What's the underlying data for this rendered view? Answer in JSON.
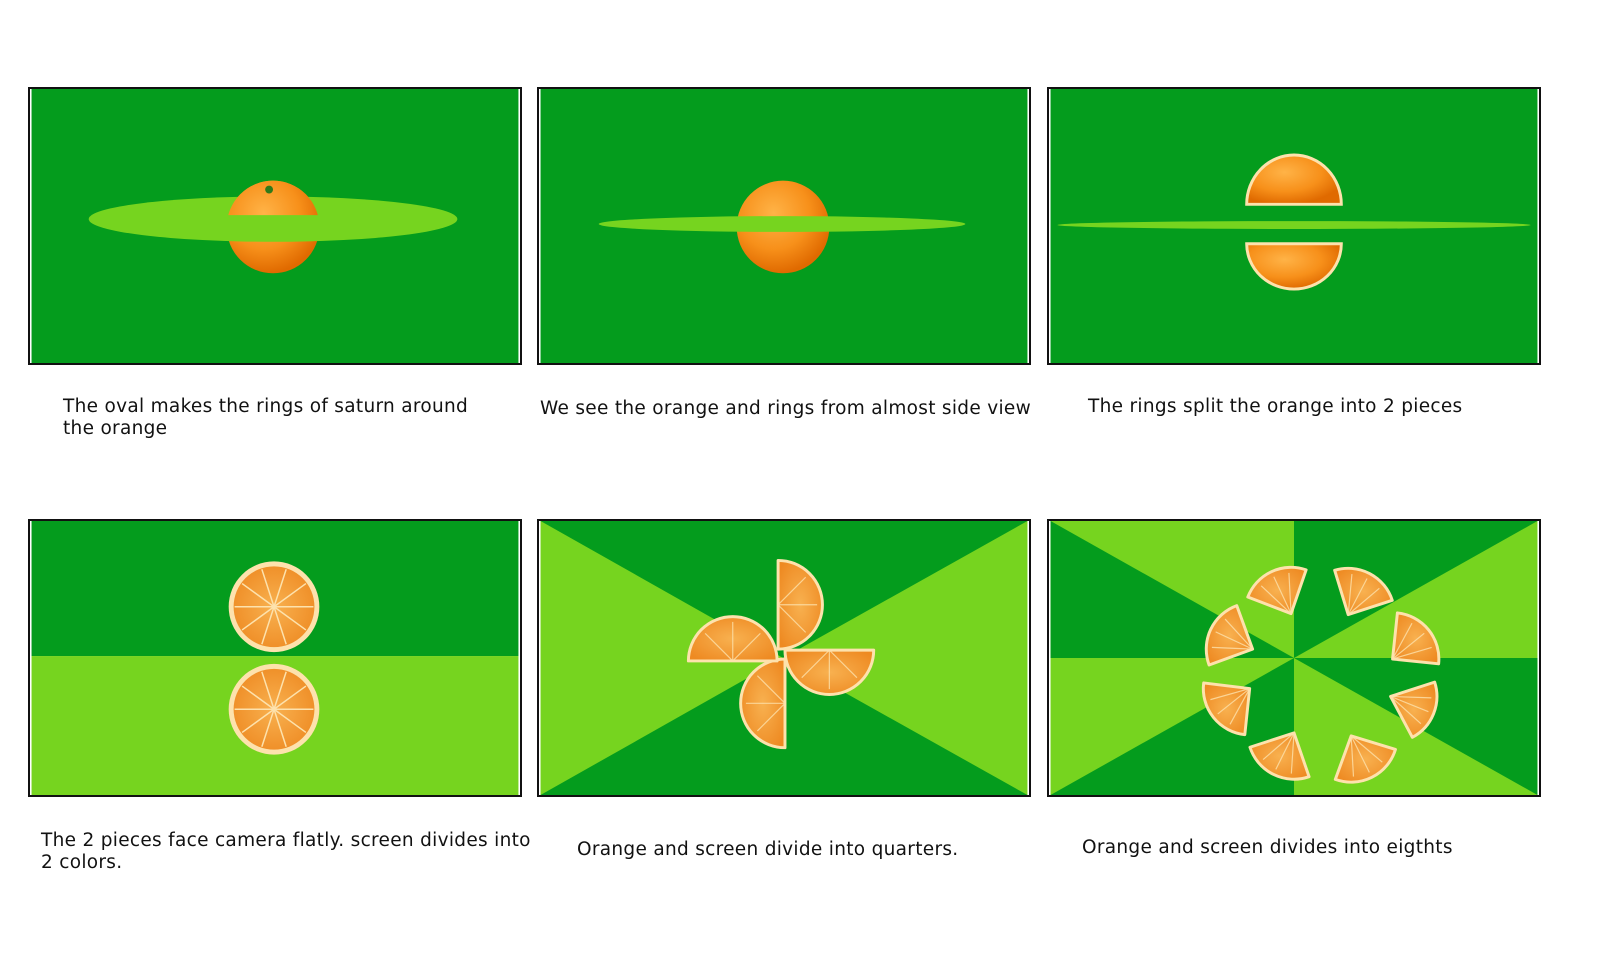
{
  "colors": {
    "dark_green": "#049c1d",
    "light_green": "#76d41f",
    "orange": "#f5901c",
    "rind": "#fde2ad"
  },
  "storyboard": {
    "frames": [
      {
        "caption": "The oval makes the rings of saturn around the orange"
      },
      {
        "caption": "We see the orange and rings from almost side view"
      },
      {
        "caption": "The rings split the orange into 2 pieces"
      },
      {
        "caption": "The 2 pieces face camera flatly.  screen divides into 2 colors."
      },
      {
        "caption": "Orange and screen divide into quarters."
      },
      {
        "caption": "Orange and screen divides into eigthts"
      }
    ]
  }
}
